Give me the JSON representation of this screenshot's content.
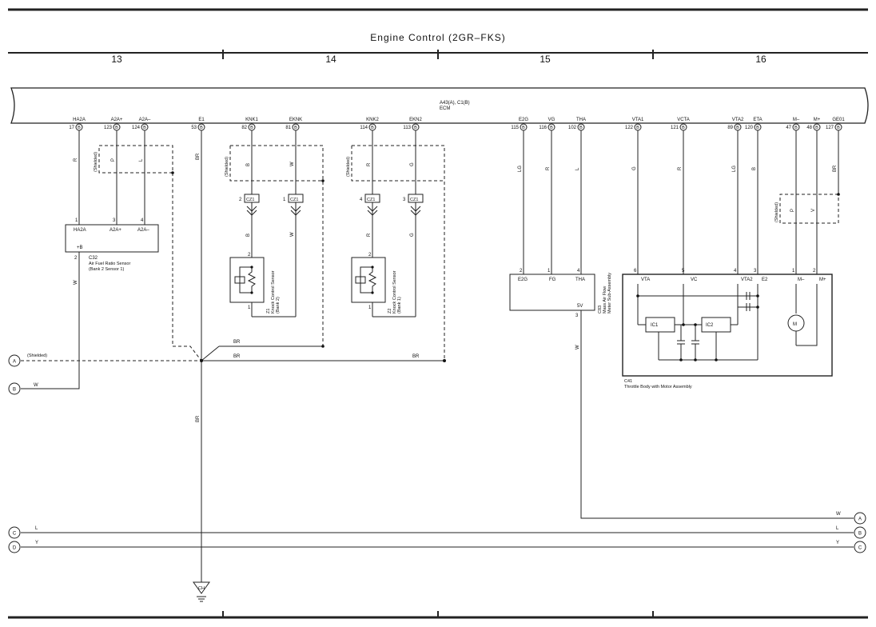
{
  "title": "Engine Control (2GR–FKS)",
  "columns": [
    "13",
    "14",
    "15",
    "16"
  ],
  "ecm": {
    "line1": "A43(A), C1(B)",
    "line2": "ECM"
  },
  "pins": [
    {
      "name": "HA2A",
      "num": "17",
      "conn": "B"
    },
    {
      "name": "A2A+",
      "num": "123",
      "conn": "B"
    },
    {
      "name": "A2A–",
      "num": "124",
      "conn": "B"
    },
    {
      "name": "E1",
      "num": "53",
      "conn": "B"
    },
    {
      "name": "KNK1",
      "num": "82",
      "conn": "B"
    },
    {
      "name": "EKNK",
      "num": "81",
      "conn": "B"
    },
    {
      "name": "KNK2",
      "num": "114",
      "conn": "B"
    },
    {
      "name": "EKN2",
      "num": "113",
      "conn": "B"
    },
    {
      "name": "E2G",
      "num": "115",
      "conn": "B"
    },
    {
      "name": "VG",
      "num": "116",
      "conn": "B"
    },
    {
      "name": "THA",
      "num": "102",
      "conn": "B"
    },
    {
      "name": "VTA1",
      "num": "122",
      "conn": "B"
    },
    {
      "name": "VCTA",
      "num": "121",
      "conn": "B"
    },
    {
      "name": "VTA2",
      "num": "89",
      "conn": "B"
    },
    {
      "name": "ETA",
      "num": "120",
      "conn": "B"
    },
    {
      "name": "M–",
      "num": "47",
      "conn": "B"
    },
    {
      "name": "M+",
      "num": "48",
      "conn": "B"
    },
    {
      "name": "GE01",
      "num": "127",
      "conn": "B"
    }
  ],
  "shielded": "(Shielded)",
  "wires": {
    "R": "R",
    "P": "P",
    "L": "L",
    "BR": "BR",
    "B": "B",
    "W": "W",
    "G": "G",
    "LG": "LG",
    "V": "V",
    "Y": "Y"
  },
  "c32": {
    "pins": [
      "1",
      "3",
      "4"
    ],
    "labels": [
      "HA2A",
      "A2A+",
      "A2A–"
    ],
    "pin2": "2",
    "plusb": "+B",
    "code": "C32",
    "name1": "Air Fuel Ratio Sensor",
    "name2": "(Bank 2 Sensor 1)"
  },
  "cz1": {
    "pins": [
      "2",
      "1",
      "4",
      "3"
    ],
    "code": "CZ1"
  },
  "knock2": {
    "code": "Z1",
    "name1": "Knock Control Sensor",
    "name2": "(Bank 2)",
    "p_top": "2",
    "p_bot": "1"
  },
  "knock1": {
    "code": "Z2",
    "name1": "Knock Control Sensor",
    "name2": "(Bank 1)",
    "p_top": "2",
    "p_bot": "1"
  },
  "c83": {
    "pins": [
      "2",
      "1",
      "4"
    ],
    "labels": [
      "E2G",
      "FG",
      "THA"
    ],
    "v5": "5V",
    "pin3": "3",
    "code": "C83",
    "name1": "Mass Air Flow",
    "name2": "Meter Sub-Assembly"
  },
  "c41": {
    "pins": [
      "6",
      "5",
      "4",
      "3",
      "1",
      "2"
    ],
    "labels": [
      "VTA",
      "VC",
      "VTA2",
      "E2",
      "M–",
      "M+"
    ],
    "ic1": "IC1",
    "ic2": "IC2",
    "motor": "M",
    "code": "C41",
    "name": "Throttle Body with Motor Assembly"
  },
  "ground": "CH",
  "offpage": [
    "A",
    "B",
    "C",
    "D"
  ]
}
